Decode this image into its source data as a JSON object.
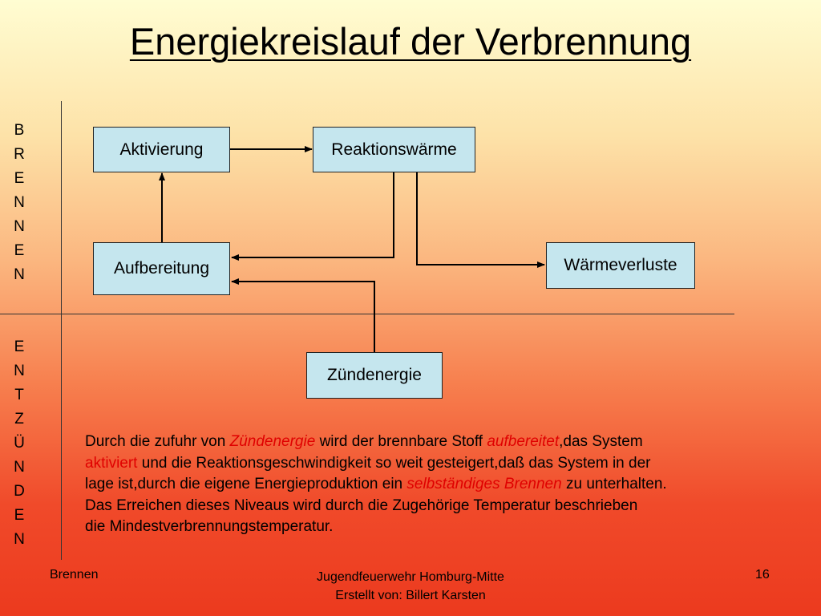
{
  "title": "Energiekreislauf der Verbrennung",
  "side_labels": {
    "top": [
      "B",
      "R",
      "E",
      "N",
      "N",
      "E",
      "N"
    ],
    "bottom": [
      "E",
      "N",
      "T",
      "Z",
      "Ü",
      "N",
      "D",
      "E",
      "N"
    ]
  },
  "boxes": {
    "aktivierung": "Aktivierung",
    "reaktionswaerme": "Reaktionswärme",
    "aufbereitung": "Aufbereitung",
    "waermeverluste": "Wärmeverluste",
    "zuendenergie": "Zündenergie"
  },
  "description": {
    "l1a": "Durch die zufuhr von ",
    "l1b": "Zündenergie",
    "l1c": " wird der brennbare Stoff ",
    "l1d": "aufbereitet",
    "l1e": ",das System",
    "l2a": "aktiviert",
    "l2b": " und die Reaktionsgeschwindigkeit so weit gesteigert,daß das System in der",
    "l3a": "lage ist,durch die eigene Energieproduktion ein ",
    "l3b": "selbständiges Brennen",
    "l3c": " zu unterhalten.",
    "l4": "Das Erreichen dieses Niveaus wird durch die Zugehörige Temperatur beschrieben",
    "l5": "die Mindestverbrennungstemperatur."
  },
  "footer": {
    "left": "Brennen",
    "center_line1": "Jugendfeuerwehr Homburg-Mitte",
    "center_line2": "Erstellt von: Billert Karsten",
    "page": "16"
  },
  "colors": {
    "box_fill": "#c5e6ee",
    "highlight": "#e00000"
  }
}
